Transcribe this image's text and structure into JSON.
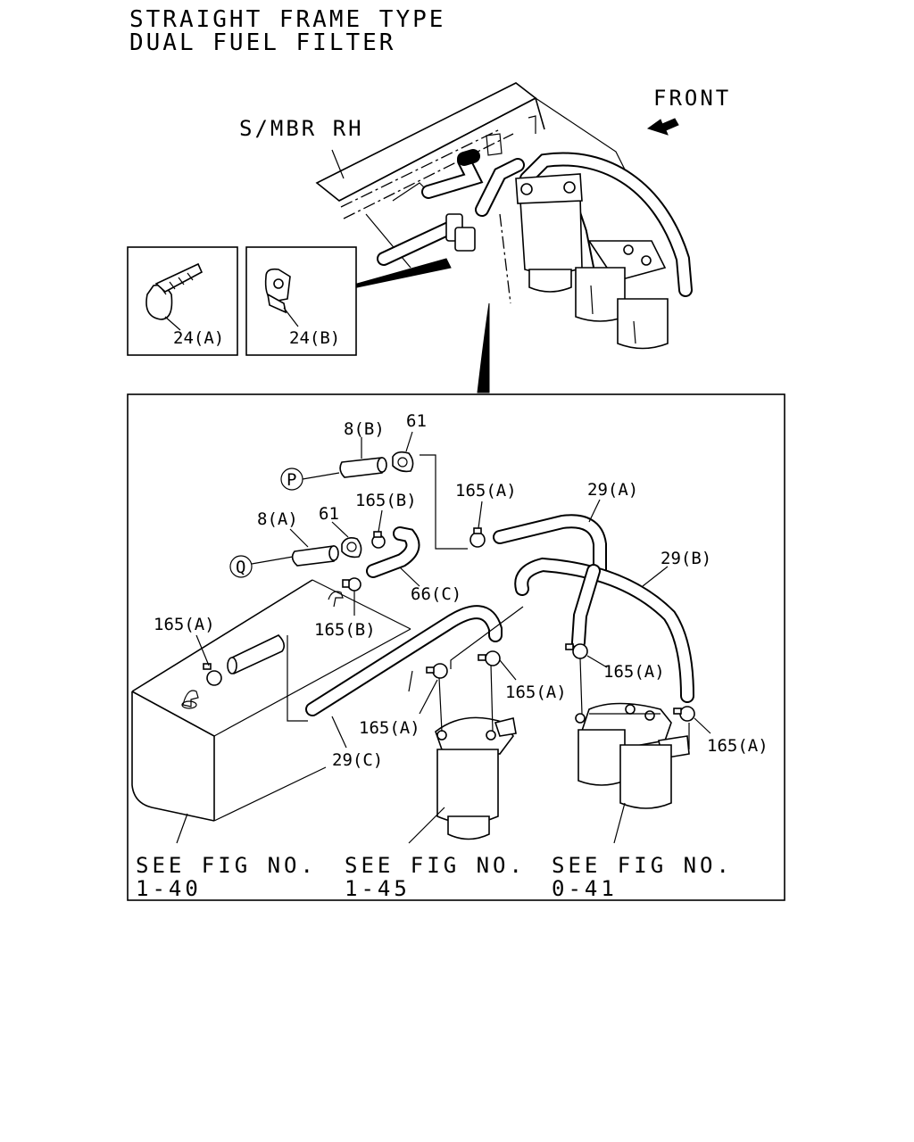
{
  "title": {
    "line1": "STRAIGHT FRAME TYPE",
    "line2": "DUAL FUEL FILTER"
  },
  "overview": {
    "member_label": "S/MBR RH",
    "front_label": "FRONT"
  },
  "insets": {
    "clip_a": "24(A)",
    "clip_b": "24(B)"
  },
  "callouts": {
    "p": "P",
    "q": "Q"
  },
  "parts": {
    "p8b": "8(B)",
    "p61_top": "61",
    "p8a": "8(A)",
    "p61_mid": "61",
    "p165b_top": "165(B)",
    "p165a_top": "165(A)",
    "p29a": "29(A)",
    "p29b": "29(B)",
    "p66c": "66(C)",
    "p165b_mid": "165(B)",
    "p165a_left": "165(A)",
    "p165a_right1": "165(A)",
    "p165a_center": "165(A)",
    "p165a_center2": "165(A)",
    "p165a_far_right": "165(A)",
    "p29c": "29(C)"
  },
  "see_figs": [
    {
      "line1": "SEE FIG NO.",
      "line2": "1-40"
    },
    {
      "line1": "SEE FIG NO.",
      "line2": "1-45"
    },
    {
      "line1": "SEE FIG NO.",
      "line2": "0-41"
    }
  ]
}
